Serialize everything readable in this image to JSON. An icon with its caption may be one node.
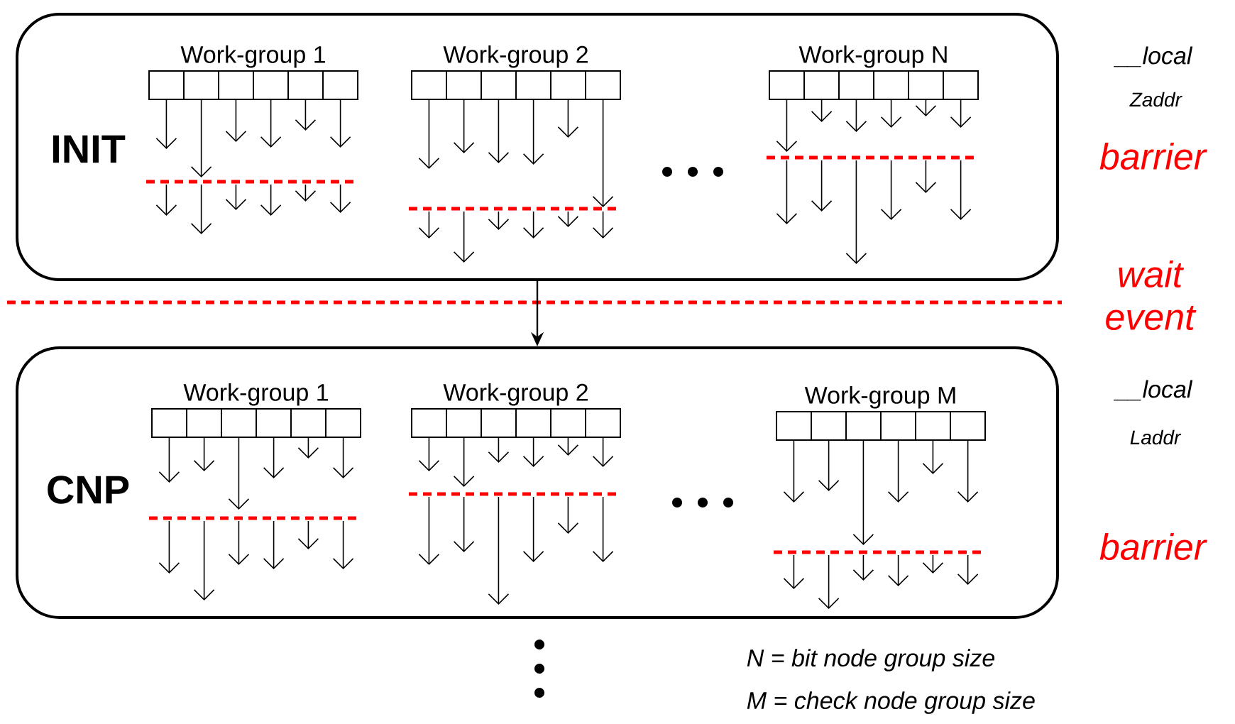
{
  "diagram": {
    "nodes": [
      {
        "text": [
          "INIT"
        ]
      },
      {
        "text": [
          "Work-group 1"
        ],
        "in": 0
      },
      {
        "text": [
          "Work-group 2"
        ],
        "in": 0
      },
      {
        "text": [
          "Work-group N"
        ],
        "in": 0
      },
      {
        "text": [
          "CNP"
        ]
      },
      {
        "text": [
          "Work-group 1"
        ],
        "in": 4
      },
      {
        "text": [
          "Work-group 2"
        ],
        "in": 4
      },
      {
        "text": [
          "Work-group M"
        ],
        "in": 4
      }
    ],
    "edges": [
      {
        "from": 0,
        "to": 4,
        "arrow": "to"
      }
    ],
    "labels": [
      "__local",
      "Zaddr",
      "barrier",
      "wait event",
      "__local",
      "Laddr",
      "barrier",
      "N = bit node group size",
      "M = check node group size"
    ]
  }
}
